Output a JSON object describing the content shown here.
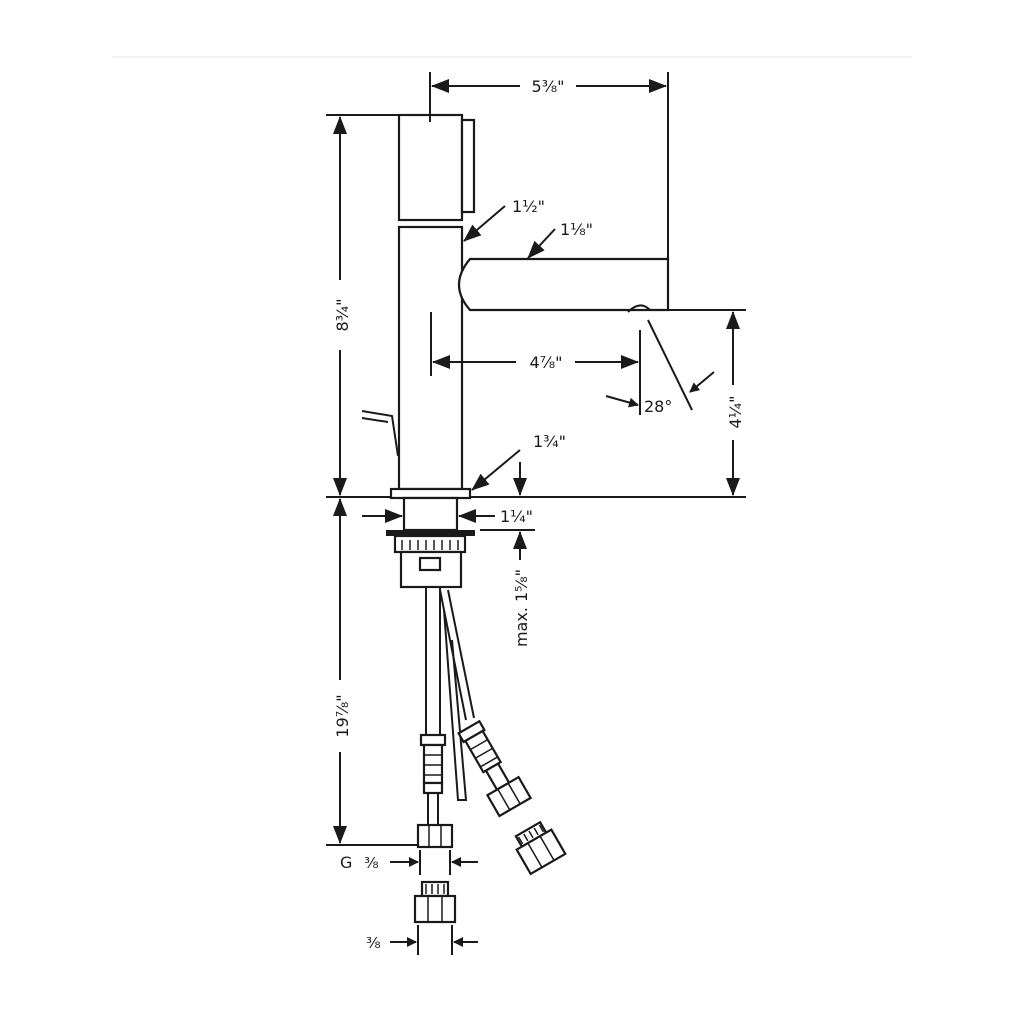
{
  "diagram": {
    "dimensions": {
      "spout_reach_total": "5³⁄₈\"",
      "height_total": "8³⁄₄\"",
      "body_diameter": "1¹⁄₂\"",
      "spout_diameter": "1¹⁄₈\"",
      "spout_reach": "4⁷⁄₈\"",
      "spout_angle": "28°",
      "spout_height": "4¹⁄₄\"",
      "base_diameter": "1³⁄₄\"",
      "shank_diameter": "1¹⁄₄\"",
      "max_deck_thickness": "max. 1⁵⁄₈\"",
      "hose_length": "19⁷⁄₈\"",
      "connection_thread_prefix": "G",
      "connection_thread_size": "³⁄₈",
      "connection_thread_size_2": "³⁄₈"
    }
  }
}
